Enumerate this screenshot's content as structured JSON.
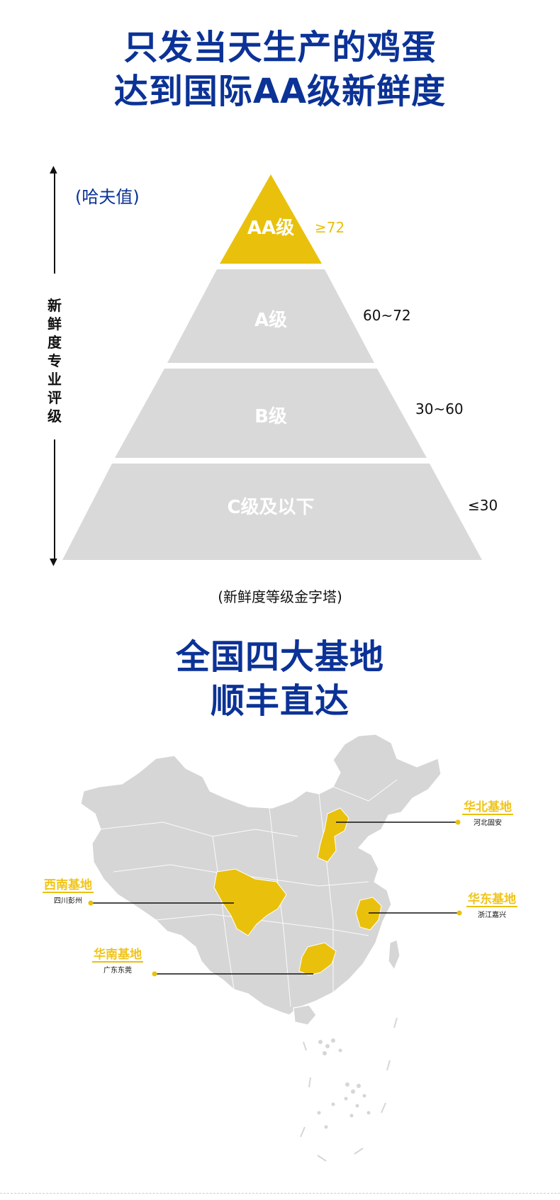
{
  "headline_top": {
    "line1": "只发当天生产的鸡蛋",
    "line2": "达到国际AA级新鲜度"
  },
  "pyramid": {
    "unit_label": "(哈夫值)",
    "axis_label": "新鲜度专业评级",
    "caption": "(新鲜度等级金字塔)",
    "tiers": [
      {
        "label": "AA级",
        "range": "≥72",
        "fill": "#e9c10c",
        "range_color": "#e9c10c"
      },
      {
        "label": "A级",
        "range": "60~72",
        "fill": "#d9d9d9",
        "range_color": "#111111"
      },
      {
        "label": "B级",
        "range": "30~60",
        "fill": "#d9d9d9",
        "range_color": "#111111"
      },
      {
        "label": "C级及以下",
        "range": "≤30",
        "fill": "#d9d9d9",
        "range_color": "#111111"
      }
    ]
  },
  "headline_map": {
    "line1": "全国四大基地",
    "line2": "顺丰直达"
  },
  "bases": [
    {
      "name": "华北基地",
      "location": "河北固安"
    },
    {
      "name": "西南基地",
      "location": "四川彭州"
    },
    {
      "name": "华东基地",
      "location": "浙江嘉兴"
    },
    {
      "name": "华南基地",
      "location": "广东东莞"
    }
  ],
  "colors": {
    "brand_blue": "#0b3296",
    "accent_yellow": "#e9c10c",
    "map_gray": "#d6d6d6"
  }
}
